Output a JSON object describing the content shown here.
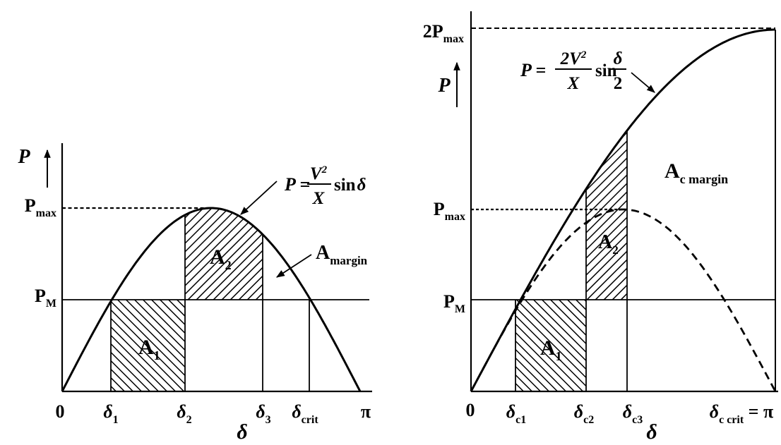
{
  "chart_data": [
    {
      "id": "left-power-angle-curve",
      "type": "line",
      "xlabel": "δ",
      "ylabel": "P",
      "x_unit": "degrees",
      "x": [
        0,
        15,
        30,
        45,
        60,
        75,
        90,
        105,
        120,
        135,
        150,
        165,
        180
      ],
      "series": [
        {
          "name": "P = (V²/X)·sin δ",
          "style": "solid",
          "values": [
            0,
            0.259,
            0.5,
            0.707,
            0.866,
            0.966,
            1.0,
            0.966,
            0.866,
            0.707,
            0.5,
            0.259,
            0
          ]
        }
      ],
      "levels": {
        "Pmax": 1.0,
        "PM": 0.5
      },
      "key_angles_deg": {
        "delta1": 30,
        "delta2": 74,
        "delta3": 121,
        "delta_crit": 150,
        "pi": 180
      },
      "x_tick_labels": [
        "0",
        "δ1",
        "δ2",
        "δ3",
        "δcrit",
        "π"
      ],
      "areas": [
        {
          "name": "A1",
          "between": [
            "delta1",
            "delta2"
          ],
          "bounds": "x-axis to PM",
          "hatch": "backslash"
        },
        {
          "name": "A2",
          "between": [
            "delta2",
            "delta3"
          ],
          "bounds": "PM to curve",
          "hatch": "slash"
        },
        {
          "name": "Amargin",
          "between": [
            "delta3",
            "delta_crit"
          ],
          "bounds": "PM to curve"
        }
      ],
      "annotations": [
        "P = V²/X sin δ",
        "Amargin"
      ],
      "ylim": [
        0,
        1.35
      ],
      "grid": false,
      "legend": "none"
    },
    {
      "id": "right-power-angle-curve",
      "type": "line",
      "xlabel": "δ",
      "ylabel": "P",
      "x_unit": "degrees",
      "x": [
        0,
        15,
        30,
        45,
        60,
        75,
        90,
        105,
        120,
        135,
        150,
        165,
        180
      ],
      "series": [
        {
          "name": "P = (2V²/X)·sin(δ/2)",
          "style": "solid",
          "values": [
            0,
            0.261,
            0.518,
            0.765,
            1.0,
            1.218,
            1.414,
            1.587,
            1.732,
            1.848,
            1.932,
            1.983,
            2.0
          ]
        },
        {
          "name": "P = (V²/X)·sin δ",
          "style": "dashed",
          "values": [
            0,
            0.259,
            0.5,
            0.707,
            0.866,
            0.966,
            1.0,
            0.966,
            0.866,
            0.707,
            0.5,
            0.259,
            0
          ]
        }
      ],
      "levels": {
        "2Pmax": 2.0,
        "Pmax": 1.0,
        "PM": 0.5
      },
      "key_angles_deg": {
        "delta_c1": 29,
        "delta_c2": 68,
        "delta_c3": 92,
        "delta_c_crit": 180
      },
      "x_tick_labels": [
        "0",
        "δc1",
        "δc2",
        "δc3",
        "δc crit = π"
      ],
      "areas": [
        {
          "name": "A1",
          "between": [
            "delta_c1",
            "delta_c2"
          ],
          "bounds": "x-axis to PM",
          "hatch": "backslash"
        },
        {
          "name": "A2",
          "between": [
            "delta_c2",
            "delta_c3"
          ],
          "bounds": "PM to solid curve",
          "hatch": "slash"
        },
        {
          "name": "Ac margin",
          "between": [
            "delta_c3",
            "delta_c_crit"
          ],
          "bounds": "PM to solid curve"
        }
      ],
      "annotations": [
        "P = 2V²/X sin δ/2",
        "Ac margin"
      ],
      "ylim": [
        0,
        2.3
      ],
      "grid": false,
      "legend": "none"
    }
  ],
  "left": {
    "y_axis_letter": "P",
    "x_axis_letter": "δ",
    "pmax_base": "P",
    "pmax_sub": "max",
    "pm_base": "P",
    "pm_sub": "M",
    "a1_base": "A",
    "a1_sub": "1",
    "a2_base": "A",
    "a2_sub": "2",
    "amargin_base": "A",
    "amargin_sub": "margin",
    "formula": {
      "lhs": "P =",
      "num": "V",
      "sup": "2",
      "den": "X",
      "fn": "sin",
      "arg": "δ"
    },
    "ticks": [
      {
        "t": "0",
        "s": ""
      },
      {
        "t": "δ",
        "s": "1"
      },
      {
        "t": "δ",
        "s": "2"
      },
      {
        "t": "δ",
        "s": "3"
      },
      {
        "t": "δ",
        "s": "crit"
      },
      {
        "t": "π",
        "s": ""
      }
    ]
  },
  "right": {
    "y_axis_letter": "P",
    "x_axis_letter": "δ",
    "two_pmax_base": "2P",
    "two_pmax_sub": "max",
    "pmax_base": "P",
    "pmax_sub": "max",
    "pm_base": "P",
    "pm_sub": "M",
    "a1_base": "A",
    "a1_sub": "1",
    "a2_base": "A",
    "a2_sub": "2",
    "ac_margin_base": "A",
    "ac_margin_sub": "c margin",
    "formula": {
      "lhs": "P =",
      "num": "2V",
      "sup": "2",
      "den": "X",
      "fn": "sin",
      "arg_num": "δ",
      "arg_den": "2"
    },
    "ticks": [
      {
        "t": "0",
        "s": "",
        "eq": ""
      },
      {
        "t": "δ",
        "s": "c1",
        "eq": ""
      },
      {
        "t": "δ",
        "s": "c2",
        "eq": ""
      },
      {
        "t": "δ",
        "s": "c3",
        "eq": ""
      },
      {
        "t": "δ",
        "s": "c crit",
        "eq": " = π"
      }
    ]
  }
}
